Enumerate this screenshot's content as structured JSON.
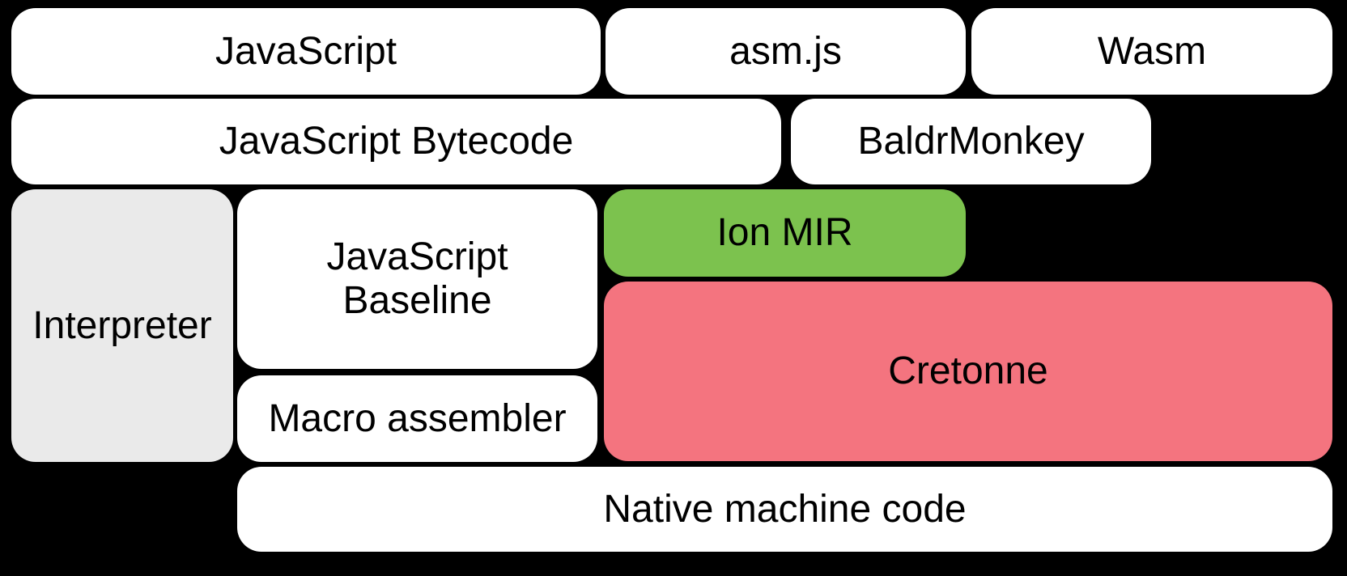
{
  "diagram": {
    "background_color": "#000000",
    "text_color": "#000000",
    "colors": {
      "box_default": "#ffffff",
      "interpreter_gray": "#eaeaea",
      "ion_mir_green": "#7cc24e",
      "cretonne_pink": "#f4747f"
    },
    "boxes": [
      {
        "id": "javascript",
        "label": "JavaScript",
        "fill": "#ffffff"
      },
      {
        "id": "asm-js",
        "label": "asm.js",
        "fill": "#ffffff"
      },
      {
        "id": "wasm",
        "label": "Wasm",
        "fill": "#ffffff"
      },
      {
        "id": "javascript-bytecode",
        "label": "JavaScript Bytecode",
        "fill": "#ffffff"
      },
      {
        "id": "baldrmonkey",
        "label": "BaldrMonkey",
        "fill": "#ffffff"
      },
      {
        "id": "interpreter",
        "label": "Interpreter",
        "fill": "#eaeaea"
      },
      {
        "id": "javascript-baseline",
        "label": "JavaScript\nBaseline",
        "fill": "#ffffff"
      },
      {
        "id": "ion-mir",
        "label": "Ion MIR",
        "fill": "#7cc24e"
      },
      {
        "id": "cretonne",
        "label": "Cretonne",
        "fill": "#f4747f"
      },
      {
        "id": "macro-assembler",
        "label": "Macro assembler",
        "fill": "#ffffff"
      },
      {
        "id": "native-machine-code",
        "label": "Native machine code",
        "fill": "#ffffff"
      }
    ]
  }
}
